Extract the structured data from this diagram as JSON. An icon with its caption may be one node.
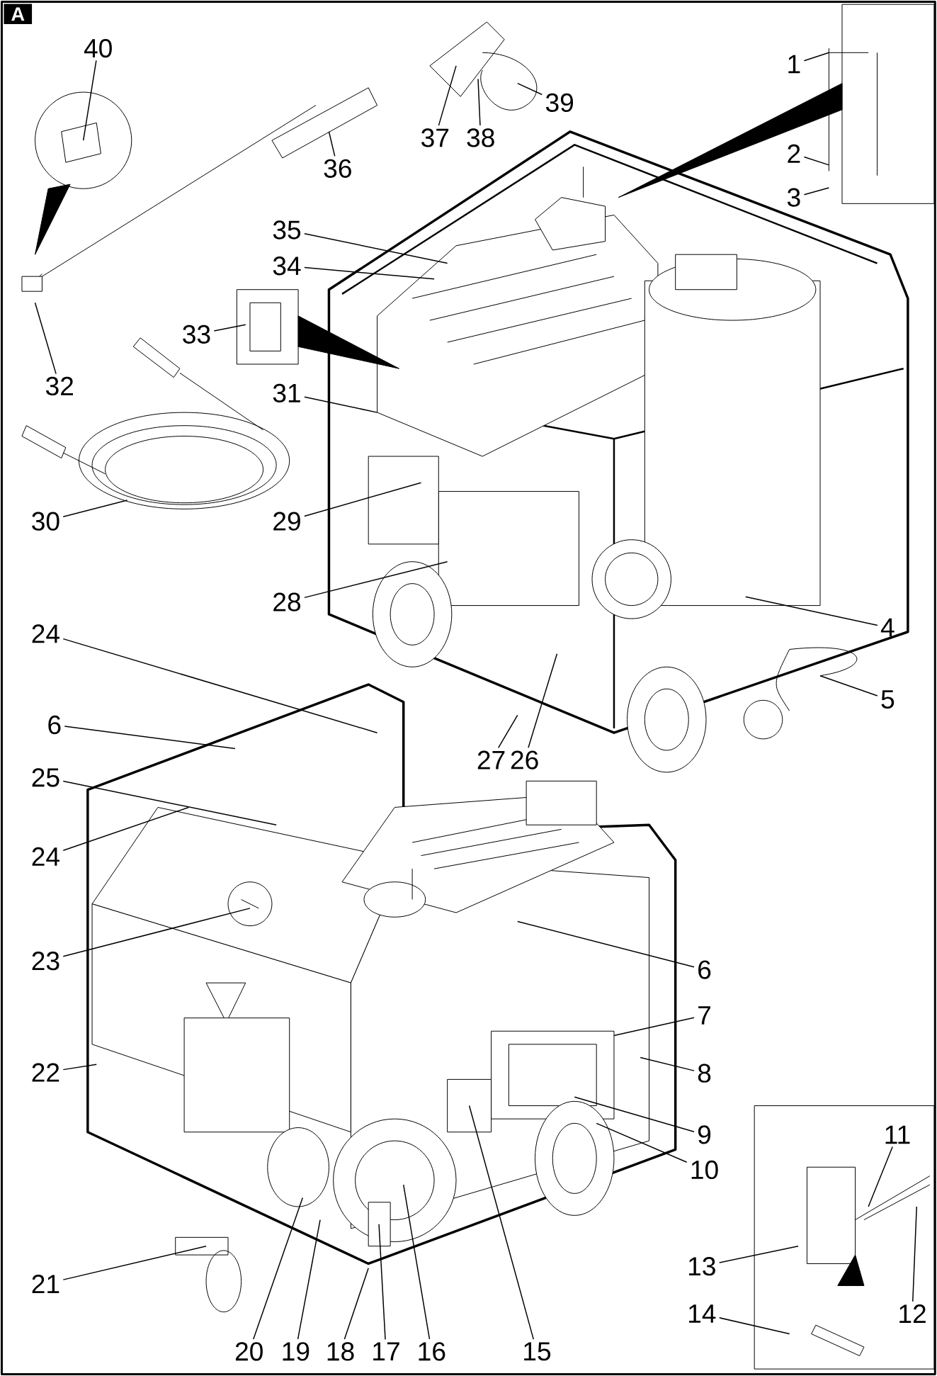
{
  "diagram": {
    "nodes": [
      {
        "text": [
          "40"
        ]
      },
      {
        "text": [
          "1"
        ]
      },
      {
        "text": [
          "39"
        ]
      },
      {
        "text": [
          "37"
        ]
      },
      {
        "text": [
          "38"
        ]
      },
      {
        "text": [
          "2"
        ]
      },
      {
        "text": [
          "36"
        ]
      },
      {
        "text": [
          "3"
        ]
      },
      {
        "text": [
          "35"
        ]
      },
      {
        "text": [
          "34"
        ]
      },
      {
        "text": [
          "33"
        ]
      },
      {
        "text": [
          "32"
        ]
      },
      {
        "text": [
          "31"
        ]
      },
      {
        "text": [
          "30"
        ]
      },
      {
        "text": [
          "29"
        ]
      },
      {
        "text": [
          "28"
        ]
      },
      {
        "text": [
          "4"
        ]
      },
      {
        "text": [
          "24"
        ]
      },
      {
        "text": [
          "5"
        ]
      },
      {
        "text": [
          "6"
        ]
      },
      {
        "text": [
          "27"
        ]
      },
      {
        "text": [
          "26"
        ]
      },
      {
        "text": [
          "25"
        ]
      },
      {
        "text": [
          "24"
        ]
      },
      {
        "text": [
          "23"
        ]
      },
      {
        "text": [
          "6"
        ]
      },
      {
        "text": [
          "7"
        ]
      },
      {
        "text": [
          "8"
        ]
      },
      {
        "text": [
          "22"
        ]
      },
      {
        "text": [
          "9"
        ]
      },
      {
        "text": [
          "11"
        ]
      },
      {
        "text": [
          "10"
        ]
      },
      {
        "text": [
          "13"
        ]
      },
      {
        "text": [
          "21"
        ]
      },
      {
        "text": [
          "14"
        ]
      },
      {
        "text": [
          "12"
        ]
      },
      {
        "text": [
          "20"
        ]
      },
      {
        "text": [
          "19"
        ]
      },
      {
        "text": [
          "18"
        ]
      },
      {
        "text": [
          "17"
        ]
      },
      {
        "text": [
          "16"
        ]
      },
      {
        "text": [
          "15"
        ]
      }
    ],
    "edges": [
      {
        "from": 0,
        "to": null,
        "arrow": "none"
      },
      {
        "from": 1,
        "to": null,
        "arrow": "none"
      },
      {
        "from": 2,
        "to": null,
        "arrow": "none"
      },
      {
        "from": 3,
        "to": null,
        "arrow": "none"
      },
      {
        "from": 4,
        "to": null,
        "arrow": "none"
      },
      {
        "from": 5,
        "to": null,
        "arrow": "none"
      },
      {
        "from": 6,
        "to": null,
        "arrow": "none"
      },
      {
        "from": 7,
        "to": null,
        "arrow": "none"
      },
      {
        "from": 8,
        "to": null,
        "arrow": "none"
      },
      {
        "from": 9,
        "to": null,
        "arrow": "none"
      },
      {
        "from": 10,
        "to": null,
        "arrow": "none"
      },
      {
        "from": 11,
        "to": null,
        "arrow": "none"
      },
      {
        "from": 12,
        "to": null,
        "arrow": "none"
      },
      {
        "from": 13,
        "to": null,
        "arrow": "none"
      },
      {
        "from": 14,
        "to": null,
        "arrow": "none"
      },
      {
        "from": 15,
        "to": null,
        "arrow": "none"
      },
      {
        "from": 16,
        "to": null,
        "arrow": "none"
      },
      {
        "from": 17,
        "to": null,
        "arrow": "none"
      },
      {
        "from": 18,
        "to": null,
        "arrow": "none"
      },
      {
        "from": 19,
        "to": null,
        "arrow": "none"
      },
      {
        "from": 20,
        "to": null,
        "arrow": "none"
      },
      {
        "from": 21,
        "to": null,
        "arrow": "none"
      },
      {
        "from": 22,
        "to": null,
        "arrow": "none"
      },
      {
        "from": 23,
        "to": null,
        "arrow": "none"
      },
      {
        "from": 24,
        "to": null,
        "arrow": "none"
      },
      {
        "from": 25,
        "to": null,
        "arrow": "none"
      },
      {
        "from": 26,
        "to": null,
        "arrow": "none"
      },
      {
        "from": 27,
        "to": null,
        "arrow": "none"
      },
      {
        "from": 28,
        "to": null,
        "arrow": "none"
      },
      {
        "from": 29,
        "to": null,
        "arrow": "none"
      },
      {
        "from": 30,
        "to": null,
        "arrow": "none"
      },
      {
        "from": 31,
        "to": null,
        "arrow": "none"
      },
      {
        "from": 32,
        "to": null,
        "arrow": "none"
      },
      {
        "from": 33,
        "to": null,
        "arrow": "none"
      },
      {
        "from": 34,
        "to": null,
        "arrow": "none"
      },
      {
        "from": 35,
        "to": null,
        "arrow": "none"
      },
      {
        "from": 36,
        "to": null,
        "arrow": "none"
      },
      {
        "from": 37,
        "to": null,
        "arrow": "none"
      },
      {
        "from": 38,
        "to": null,
        "arrow": "none"
      },
      {
        "from": 39,
        "to": null,
        "arrow": "none"
      },
      {
        "from": 40,
        "to": null,
        "arrow": "none"
      },
      {
        "from": 41,
        "to": null,
        "arrow": "none"
      }
    ],
    "labels": [
      "A"
    ]
  }
}
